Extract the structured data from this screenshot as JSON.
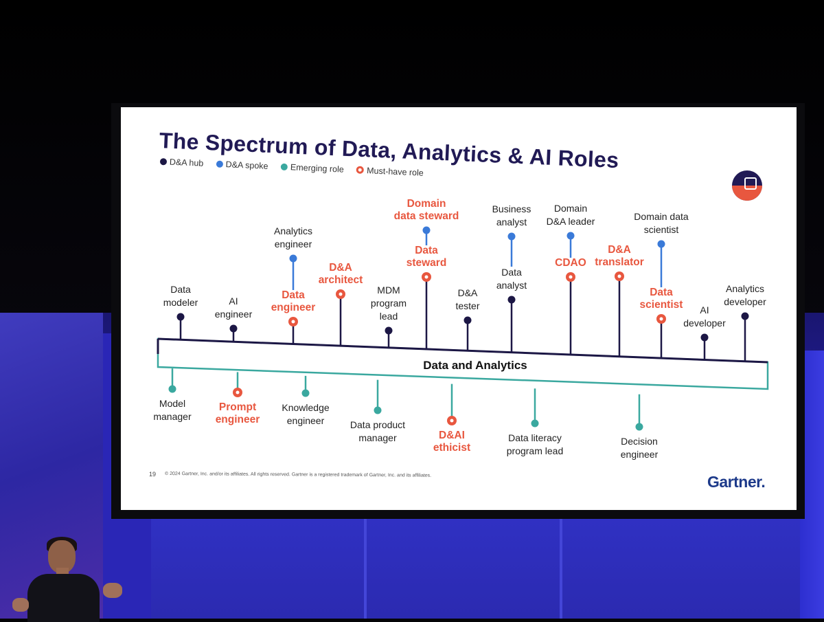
{
  "slide": {
    "title": "The Spectrum of Data, Analytics & AI Roles",
    "legend": [
      {
        "label": "D&A hub",
        "kind": "hub"
      },
      {
        "label": "D&A spoke",
        "kind": "spoke"
      },
      {
        "label": "Emerging role",
        "kind": "emerging"
      },
      {
        "label": "Must-have role",
        "kind": "must"
      }
    ],
    "center_bar_label": "Data and Analytics",
    "roles_above": [
      {
        "label": [
          "Data",
          "modeler"
        ],
        "kind": "hub"
      },
      {
        "label": [
          "AI",
          "engineer"
        ],
        "kind": "hub"
      },
      {
        "label": [
          "Data",
          "engineer"
        ],
        "kind": "must",
        "spoke": [
          "Analytics",
          "engineer"
        ]
      },
      {
        "label": [
          "D&A",
          "architect"
        ],
        "kind": "must"
      },
      {
        "label": [
          "MDM",
          "program",
          "lead"
        ],
        "kind": "hub"
      },
      {
        "label": [
          "Data",
          "steward"
        ],
        "kind": "must",
        "spoke": [
          "Domain",
          "data steward"
        ],
        "spoke_must": true
      },
      {
        "label": [
          "D&A",
          "tester"
        ],
        "kind": "hub"
      },
      {
        "label": [
          "Data",
          "analyst"
        ],
        "kind": "hub",
        "spoke": [
          "Business",
          "analyst"
        ]
      },
      {
        "label": [
          "CDAO"
        ],
        "kind": "must",
        "spoke": [
          "Domain",
          "D&A leader"
        ]
      },
      {
        "label": [
          "D&A",
          "translator"
        ],
        "kind": "must"
      },
      {
        "label": [
          "Data",
          "scientist"
        ],
        "kind": "must",
        "spoke": [
          "Domain data",
          "scientist"
        ]
      },
      {
        "label": [
          "AI",
          "developer"
        ],
        "kind": "hub"
      },
      {
        "label": [
          "Analytics",
          "developer"
        ],
        "kind": "hub"
      }
    ],
    "roles_below": [
      {
        "label": [
          "Model",
          "manager"
        ],
        "kind": "emerging"
      },
      {
        "label": [
          "Prompt",
          "engineer"
        ],
        "kind": "must"
      },
      {
        "label": [
          "Knowledge",
          "engineer"
        ],
        "kind": "emerging"
      },
      {
        "label": [
          "Data product",
          "manager"
        ],
        "kind": "emerging"
      },
      {
        "label": [
          "D&AI",
          "ethicist"
        ],
        "kind": "must"
      },
      {
        "label": [
          "Data literacy",
          "program lead"
        ],
        "kind": "emerging"
      },
      {
        "label": [
          "Decision",
          "engineer"
        ],
        "kind": "emerging"
      }
    ],
    "footer": {
      "page_number": "19",
      "copyright": "© 2024 Gartner, Inc. and/or its affiliates. All rights reserved. Gartner is a registered trademark of Gartner, Inc. and its affiliates.",
      "brand": "Gartner."
    }
  },
  "colors": {
    "hub": "#1c1745",
    "spoke": "#3a7ad8",
    "emerging": "#3aa89f",
    "must": "#e8573f",
    "title": "#211a55",
    "brand": "#1d3a8a"
  }
}
